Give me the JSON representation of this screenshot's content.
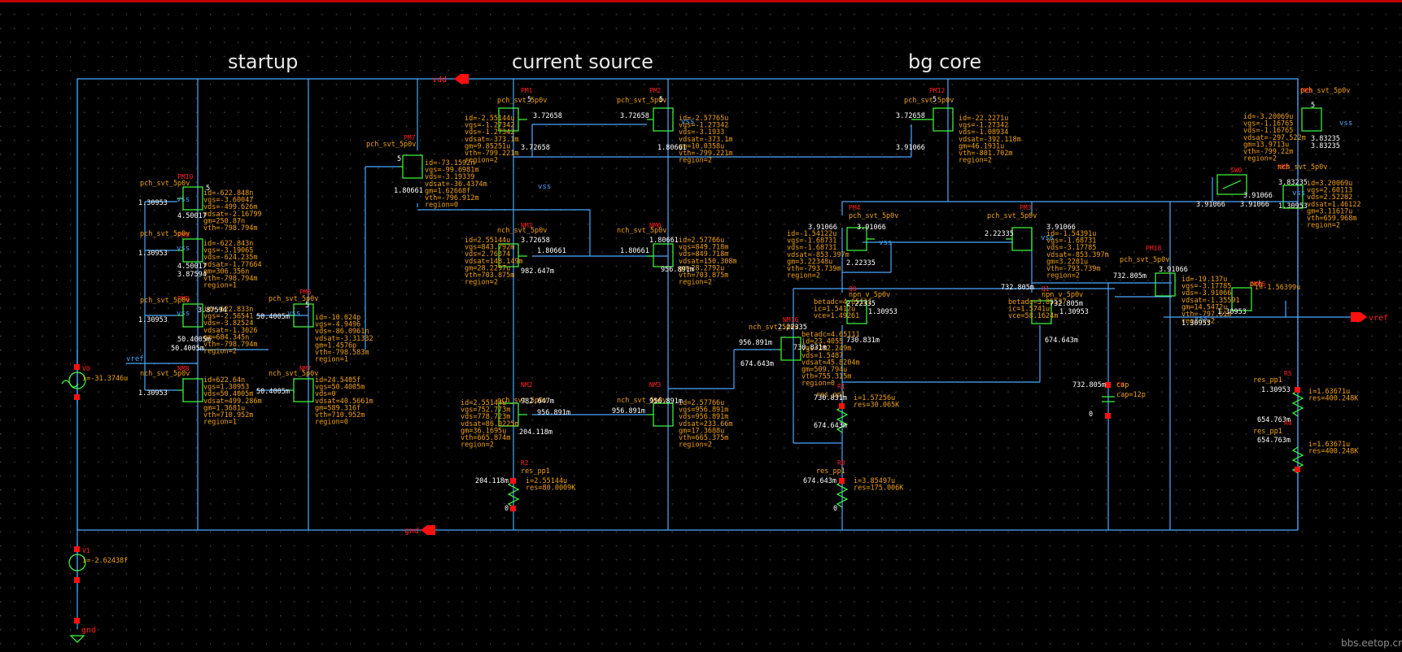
{
  "sections": {
    "startup": "startup",
    "current_source": "current source",
    "bg_core": "bg core"
  },
  "pins": {
    "vdd": "vdd",
    "gnd": "gnd",
    "vref_out": "vref",
    "vref_in": "vref",
    "vss": "vss"
  },
  "watermark": "bbs.eetop.cn",
  "sources": {
    "V0": {
      "name": "V0",
      "i": "i=-31.3746u"
    },
    "V1": {
      "name": "V1",
      "i": "i=-2.62438f",
      "node": "0"
    }
  },
  "startup": {
    "PM10": {
      "name": "PM10",
      "type": "pch_svt_5p0v",
      "ops": [
        "id=-622.848n",
        "vgs=-3.60047",
        "vds=-499.626m",
        "vdsat=-2.16799",
        "gm=250.87n",
        "vth=-798.794m"
      ],
      "nodes": [
        "1.30953",
        "4.50017",
        "5"
      ]
    },
    "PM9": {
      "name": "PM9",
      "type": "pch_svt_5p0v",
      "ops": [
        "id=-622.843n",
        "vgs=-3.19065",
        "vds=-624.235m",
        "vdsat=-1.77664",
        "gm=306.356n",
        "vth=-798.794m",
        "region=1"
      ],
      "nodes": [
        "1.30953",
        "4.50017",
        "3.87594"
      ]
    },
    "PM8": {
      "name": "PM8",
      "type": "pch_svt_5p0v",
      "ops": [
        "id=-622.833n",
        "vgs=-2.56541",
        "vds=-3.82524",
        "vdsat=-1.3026",
        "gm=684.345n",
        "vth=-798.794m",
        "region=2"
      ],
      "nodes": [
        "1.30953",
        "3.87594",
        "50.4005m"
      ]
    },
    "NM8": {
      "name": "NM8",
      "type": "nch_svt_5p0v",
      "ops": [
        "id=622.64n",
        "vgs=1.30953",
        "vds=50.4005m",
        "vdsat=499.286m",
        "gm=1.3681u",
        "vth=710.952m",
        "region=1"
      ],
      "nodes": [
        "50.4005m",
        "1.30953"
      ]
    },
    "PM6": {
      "name": "PM6",
      "type": "pch_svt_5p0v",
      "ops": [
        "id=-10.024p",
        "vgs=-4.9496",
        "vds=-86.0961n",
        "vdsat=-3.31332",
        "gm=1.4576p",
        "vth=-798.583m",
        "region=1"
      ],
      "nodes": [
        "50.4005m",
        "5"
      ]
    },
    "NM7": {
      "name": "NM7",
      "type": "nch_svt_5p0v",
      "ops": [
        "id=24.5405f",
        "vgs=50.4005m",
        "vds=0",
        "vdsat=40.5661m",
        "gm=589.316f",
        "vth=710.952m",
        "region=0"
      ],
      "nodes": [
        "50.4005m"
      ]
    },
    "PM7": {
      "name": "PM7",
      "type": "pch_svt_5p0v",
      "ops": [
        "id=-73.1592n",
        "vgs=-99.6981m",
        "vds=-3.19339",
        "vdsat=-36.4374m",
        "gm=1.62668f",
        "vth=-796.912m",
        "region=0"
      ],
      "nodes": [
        "5",
        "1.80661"
      ]
    }
  },
  "current_source": {
    "PM1": {
      "name": "PM1",
      "type": "pch_svt_5p0v",
      "ops": [
        "id=-2.55144u",
        "vgs=-1.27342",
        "vds=-1.27342",
        "vdsat=-373.1m",
        "gm=9.85251u",
        "vth=-799.221m",
        "region=2"
      ],
      "nodes": [
        "5",
        "3.72658",
        "3.72658"
      ]
    },
    "PM2": {
      "name": "PM2",
      "type": "pch_svt_5p0v",
      "ops": [
        "id=-2.57765u",
        "vgs=-1.27342",
        "vds=-3.1933",
        "vdsat=-373.1m",
        "gm=10.0358u",
        "vth=-799.221m",
        "region=2"
      ],
      "nodes": [
        "5",
        "3.72658",
        "1.80661"
      ]
    },
    "NM1": {
      "name": "NM1",
      "type": "nch_svt_5p0v",
      "ops": [
        "id=2.55144u",
        "vgs=843.792m",
        "vds=2.76374",
        "vdsat=148.149m",
        "gm=28.2297u",
        "vth=703.875m",
        "region=2"
      ],
      "nodes": [
        "3.72658",
        "1.80661",
        "982.647m"
      ]
    },
    "NM0": {
      "name": "NM0",
      "type": "nch_svt_5p0v",
      "ops": [
        "id=2.57766u",
        "vgs=849.718m",
        "vds=849.718m",
        "vdsat=150.308m",
        "gm=28.2792u",
        "vth=703.875m",
        "region=2"
      ],
      "nodes": [
        "1.80661",
        "1.80661",
        "956.891m"
      ]
    },
    "NM2": {
      "name": "NM2",
      "type": "nch_svt_5p0v",
      "ops": [
        "id=2.55144u",
        "vgs=752.773m",
        "vds=778.723m",
        "vdsat=86.0225m",
        "gm=36.1695u",
        "vth=665.874m",
        "region=2"
      ],
      "nodes": [
        "982.647m",
        "956.891m",
        "204.118m"
      ]
    },
    "NM3": {
      "name": "NM3",
      "type": "nch_svt_5p0v",
      "ops": [
        "id=2.57766u",
        "vgs=956.891m",
        "vds=956.891m",
        "vdsat=233.66m",
        "gm=17.3688u",
        "vth=665.375m",
        "region=2"
      ],
      "nodes": [
        "956.891m",
        "956.891m"
      ]
    },
    "R2": {
      "name": "R2",
      "type": "res_pp1",
      "ops": [
        "i=2.55144u",
        "res=80.0009K"
      ],
      "nodes": [
        "204.118m",
        "0"
      ]
    }
  },
  "bg_core": {
    "PM12": {
      "name": "PM12",
      "type": "pch_svt_5p0v",
      "ops": [
        "id=-22.2271u",
        "vgs=-1.27342",
        "vds=-1.08934",
        "vdsat=-392.118m",
        "gm=46.1931u",
        "vth=-801.702m",
        "region=2"
      ],
      "nodes": [
        "5",
        "3.72658",
        "3.91066"
      ]
    },
    "PM4": {
      "name": "PM4",
      "type": "pch_svt_5p0v",
      "ops": [
        "id=-1.54122u",
        "vgs=-1.68731",
        "vds=-1.68731",
        "vdsat=-853.397m",
        "gm=3.22348u",
        "vth=-793.739m",
        "region=2"
      ],
      "nodes": [
        "3.91066",
        "3.91066",
        "2.22335"
      ]
    },
    "PM3": {
      "name": "PM3",
      "type": "pch_svt_5p0v",
      "ops": [
        "id=-1.54391u",
        "vgs=-1.68731",
        "vds=-3.17785",
        "vdsat=-853.397m",
        "gm=3.2281u",
        "vth=-793.739m",
        "region=2"
      ],
      "nodes": [
        "2.22335",
        "3.91066",
        "732.805m"
      ]
    },
    "Q0": {
      "name": "Q0",
      "type": "npn_v_5p0v",
      "ops": [
        "betadc=4.65111",
        "ic=1.5412u",
        "vce=1.49261"
      ],
      "nodes": [
        "2.22335",
        "1.30953",
        "730.831m"
      ]
    },
    "Q1": {
      "name": "Q1",
      "type": "npn_v_5p0v",
      "ops": [
        "betadc=3.85537",
        "ic=1.5741u",
        "vce=58.1624m"
      ],
      "nodes": [
        "732.805m",
        "1.30953",
        "674.643m"
      ]
    },
    "NM16": {
      "name": "NM16",
      "type": "nch_svt_5p0v",
      "ops": [
        "betadc=4.65111",
        "id=23.4055",
        "vgs=282.249m",
        "vds=1.5487",
        "vdsat=45.8204m",
        "gm=509.794u",
        "vth=755.315m",
        "region=0"
      ],
      "nodes": [
        "2.22335",
        "956.891m",
        "674.643m",
        "730.831m"
      ]
    },
    "R1": {
      "name": "R1",
      "type": "res_pp1",
      "ops": [
        "i=1.57256u",
        "res=30.065K"
      ],
      "nodes": [
        "730.831m",
        "674.643m"
      ]
    },
    "R0": {
      "name": "R0",
      "type": "res_pp1",
      "ops": [
        "i=3.85497u",
        "res=175.006K"
      ],
      "nodes": [
        "674.643m",
        "0"
      ]
    },
    "C0": {
      "name": "C0",
      "type": "cap",
      "ops": [
        "cap=12p"
      ],
      "nodes": [
        "732.805m",
        "0"
      ]
    },
    "PM18": {
      "name": "PM18",
      "type": "pch_svt_5p0v",
      "ops": [
        "id=-19.137u",
        "vgs=-3.17785",
        "vds=-3.91066",
        "vdsat=-1.35591",
        "gm=14.5472u",
        "vth=-797.61m",
        "region=2"
      ],
      "nodes": [
        "3.91066",
        "732.805m",
        "1.30953"
      ]
    },
    "PM5": {
      "name": "PM5",
      "type": "pch_svt_5p0v",
      "ops": [
        "id=-3.20069u",
        "vgs=-1.16765",
        "vds=-1.16765",
        "vdsat=-297.522m",
        "gm=13.9713u",
        "vth=-799.22m",
        "region=2"
      ],
      "nodes": [
        "5",
        "3.83235",
        "3.83235"
      ]
    },
    "NM5": {
      "name": "NM5",
      "type": "nch_svt_5p0v",
      "ops": [
        "id=3.20069u",
        "vgs=2.60113",
        "vds=2.52282",
        "vdsat=1.46122",
        "gm=3.11617u",
        "vth=659.968m",
        "region=2"
      ],
      "nodes": [
        "3.83235",
        "3.91066",
        "1.30953"
      ]
    },
    "PM66": {
      "name": "PM66",
      "type": "pch",
      "ops": [
        "i=-1.56399u"
      ],
      "nodes": [
        "1.30953"
      ]
    },
    "R5": {
      "name": "R5",
      "type": "res_pp1",
      "ops": [
        "i=1.63671u",
        "res=400.248K"
      ],
      "nodes": [
        "1.30953",
        "654.763m"
      ]
    },
    "R4": {
      "name": "R4",
      "type": "res_pp1",
      "ops": [
        "i=1.63671u",
        "res=400.248K"
      ],
      "nodes": [
        "654.763m",
        "0"
      ]
    },
    "SW": {
      "name": "SW0",
      "nodes": [
        "3.91066",
        "3.91066"
      ]
    }
  }
}
